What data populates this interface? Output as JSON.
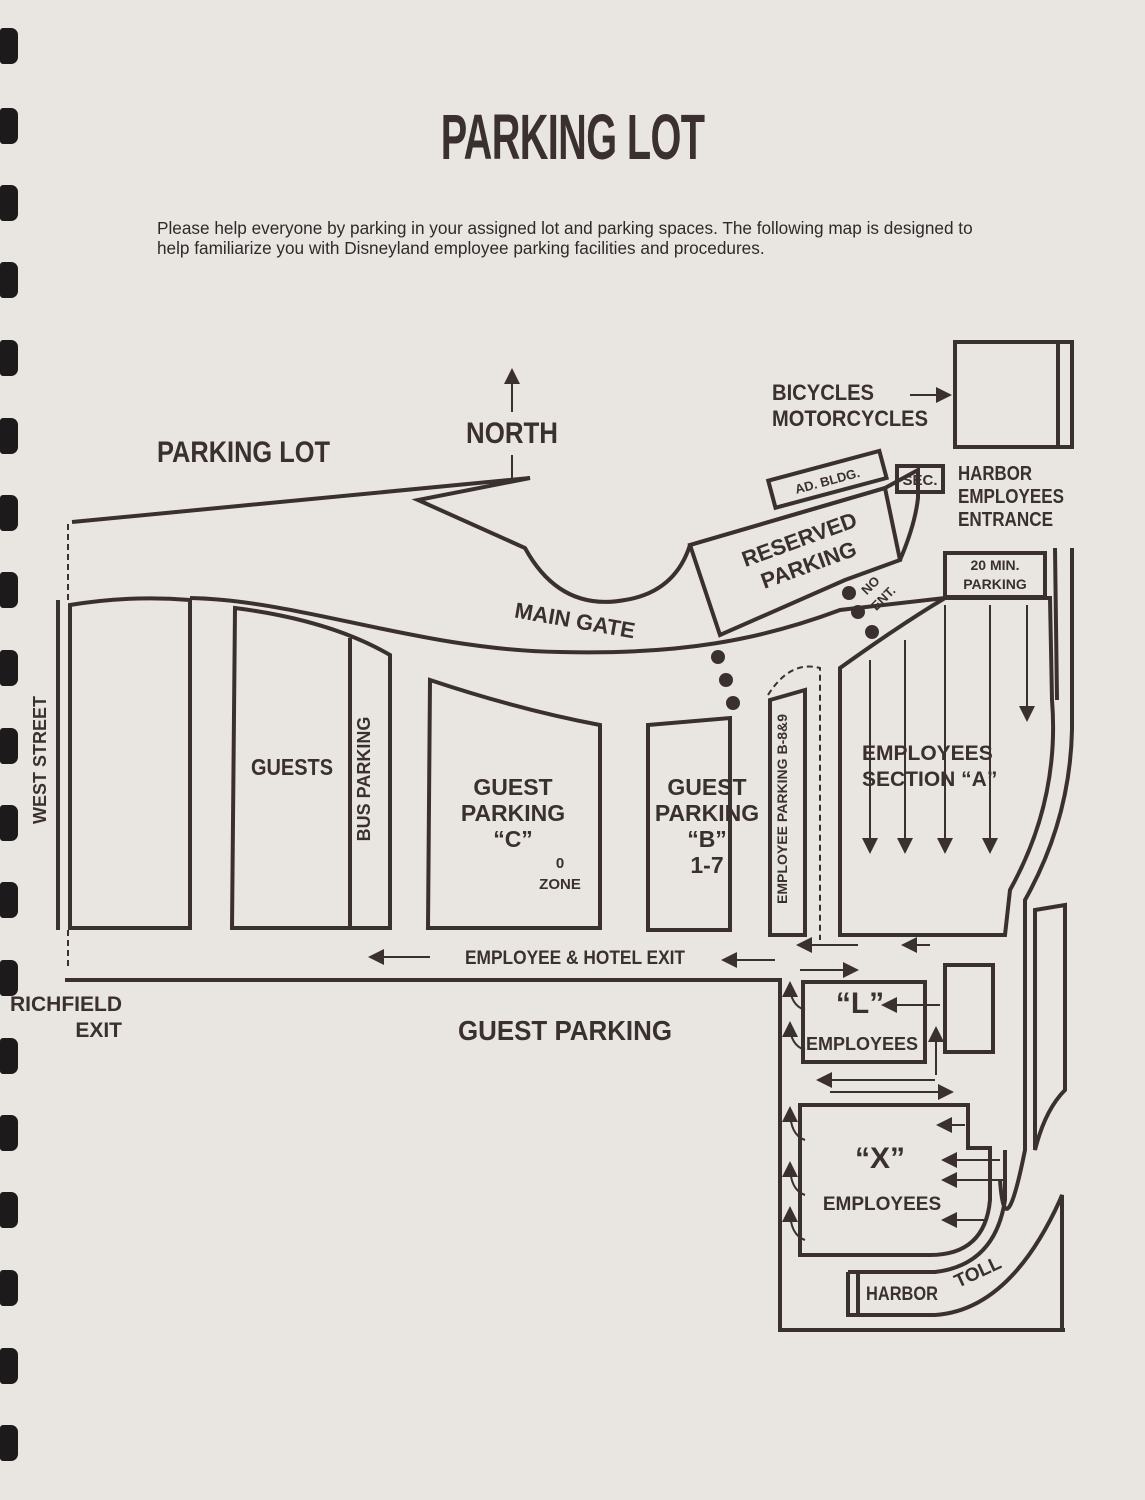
{
  "title": "PARKING LOT",
  "intro": "Please help everyone by parking in your assigned lot and parking spaces. The following map is designed to help familiarize you with Disneyland employee parking facilities and procedures.",
  "map": {
    "parking_lot": "PARKING LOT",
    "north": "NORTH",
    "bicycles": "BICYCLES",
    "motorcycles": "MOTORCYCLES",
    "ad_bldg": "AD. BLDG.",
    "sec": "SEC.",
    "harbor_entrance": [
      "HARBOR",
      "EMPLOYEES",
      "ENTRANCE"
    ],
    "reserved": [
      "RESERVED",
      "PARKING"
    ],
    "twenty_min": [
      "20 MIN.",
      "PARKING"
    ],
    "no_ent": [
      "NO",
      "ENT."
    ],
    "main_gate": "MAIN GATE",
    "west_street": "WEST STREET",
    "guests": "GUESTS",
    "bus_parking": "BUS PARKING",
    "guest_c": [
      "GUEST",
      "PARKING",
      "“C”"
    ],
    "zone": [
      "0",
      "ZONE"
    ],
    "guest_b": [
      "GUEST",
      "PARKING",
      "“B”",
      "1-7"
    ],
    "employee_b89": "EMPLOYEE PARKING B-8&9",
    "section_a": [
      "EMPLOYEES",
      "SECTION “A”"
    ],
    "exit": "EMPLOYEE & HOTEL EXIT",
    "richfield": [
      "RICHFIELD",
      "EXIT"
    ],
    "guest_parking": "GUEST PARKING",
    "lot_l": [
      "“L”",
      "EMPLOYEES"
    ],
    "lot_x": [
      "“X”",
      "EMPLOYEES"
    ],
    "harbor_toll": [
      "HARBOR",
      "TOLL"
    ]
  }
}
